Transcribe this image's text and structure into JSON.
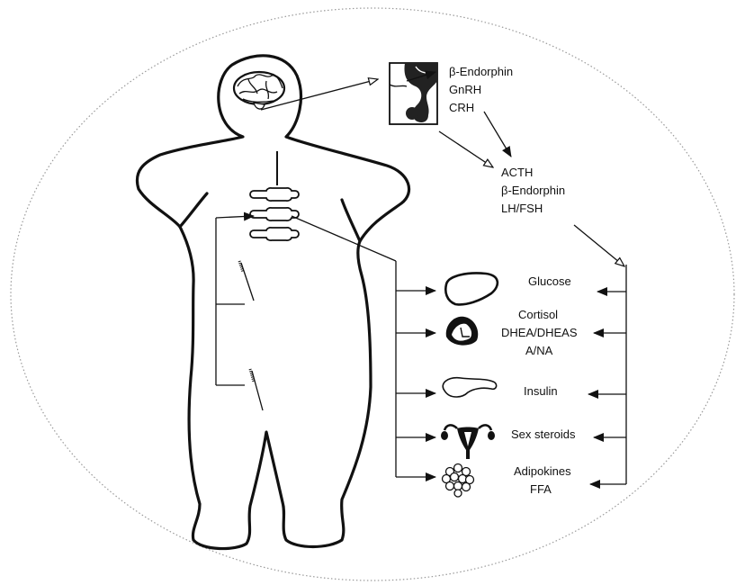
{
  "brain_outputs": [
    "β-Endorphin",
    "GnRH",
    "CRH"
  ],
  "pituitary_outputs": [
    "ACTH",
    "β-Endorphin",
    "LH/FSH"
  ],
  "organs": [
    {
      "icon": "liver-icon",
      "lines": [
        "Glucose"
      ]
    },
    {
      "icon": "adrenal-gland-icon",
      "lines": [
        "Cortisol",
        "DHEA/DHEAS",
        "A/NA"
      ]
    },
    {
      "icon": "pancreas-icon",
      "lines": [
        "Insulin"
      ]
    },
    {
      "icon": "uterus-ovaries-icon",
      "lines": [
        "Sex steroids"
      ]
    },
    {
      "icon": "adipose-cells-icon",
      "lines": [
        "Adipokines",
        "FFA"
      ]
    }
  ],
  "colors": {
    "stroke": "#111111",
    "ellipse": "#9a9a9a",
    "background": "#ffffff"
  }
}
